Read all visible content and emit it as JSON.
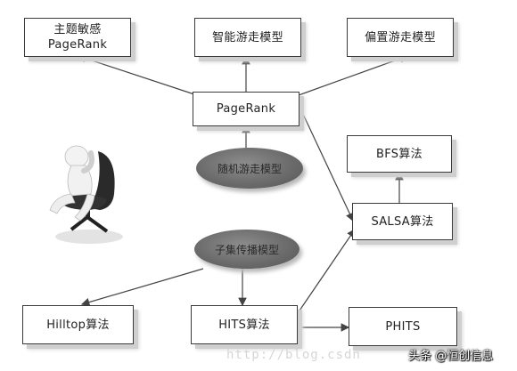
{
  "nodes": {
    "topic_sensitive": {
      "line1": "主题敏感",
      "line2": "PageRank"
    },
    "smart_surfer": "智能游走模型",
    "biased_surfer": "偏置游走模型",
    "pagerank": "PageRank",
    "bfs": "BFS算法",
    "salsa": "SALSA算法",
    "hilltop": "Hilltop算法",
    "hits": "HITS算法",
    "phits": "PHITS"
  },
  "ellipses": {
    "random_surfer": "随机游走模型",
    "subset_propagation": "子集传播模型"
  },
  "watermark": "http://blog.csdn",
  "brand": {
    "label": "头条 @恒创信息"
  },
  "colors": {
    "border": "#3a3a3a",
    "ellipse": "#6c6c6c",
    "arrow": "#444444"
  }
}
